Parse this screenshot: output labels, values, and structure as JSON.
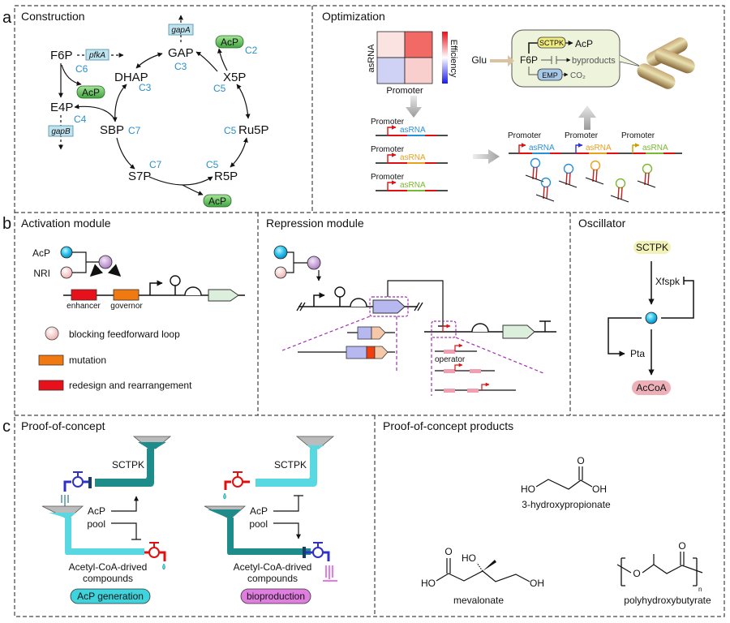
{
  "panels": {
    "a": {
      "letter": "a",
      "construction": {
        "title": "Construction",
        "metabolites": {
          "f6p": "F6P",
          "e4p": "E4P",
          "gap": "GAP",
          "dhap": "DHAP",
          "x5p": "X5P",
          "sbp": "SBP",
          "ru5p": "Ru5P",
          "s7p": "S7P",
          "r5p": "R5P"
        },
        "carbon_labels": {
          "f6p": "C6",
          "e4p": "C4",
          "gap": "C3",
          "dhap": "C3",
          "x5p": "C5",
          "x5p_acp": "C2",
          "sbp": "C7",
          "ru5p": "C5",
          "r5p": "C5",
          "s7p": "C7"
        },
        "genes": {
          "pfka": "pfkA",
          "gapa": "gapA",
          "gapb": "gapB"
        },
        "product_badge": "AcP",
        "colors": {
          "carbon": "#2a8fc9",
          "badge": "#5cbf5c",
          "gene_box": "#bfe3ef"
        }
      },
      "optimization": {
        "title": "Optimization",
        "heatmap": {
          "ylabel": "asRNA",
          "xlabel": "Promoter",
          "colorbar_label": "Efficiency",
          "cells": [
            {
              "row": 0,
              "col": 0,
              "color": "#fbe3e1"
            },
            {
              "row": 0,
              "col": 1,
              "color": "#f26a66"
            },
            {
              "row": 1,
              "col": 0,
              "color": "#cfd1f5"
            },
            {
              "row": 1,
              "col": 1,
              "color": "#f9cfcd"
            }
          ]
        },
        "cell_pathway": {
          "input": "Glu",
          "node": "F6P",
          "enzyme_top": "SCTPK",
          "product_top": "AcP",
          "middle": "byproducts",
          "enzyme_bottom": "EMP",
          "product_bottom": "CO₂"
        },
        "constructs": [
          {
            "promoter": "Promoter",
            "label": "asRNA",
            "color": "#2a8fd9"
          },
          {
            "promoter": "Promoter",
            "label": "asRNA",
            "color": "#e8a020"
          },
          {
            "promoter": "Promoter",
            "label": "asRNA",
            "color": "#7ab830"
          }
        ],
        "multiplex": [
          {
            "promoter": "Promoter",
            "label": "asRNA",
            "color": "#2a8fd9",
            "arrow": "#e01010"
          },
          {
            "promoter": "Promoter",
            "label": "asRNA",
            "color": "#e8a020",
            "arrow": "#3030e0"
          },
          {
            "promoter": "Promoter",
            "label": "asRNA",
            "color": "#7ab830",
            "arrow": "#c8a000"
          }
        ]
      }
    },
    "b": {
      "letter": "b",
      "activation": {
        "title": "Activation module",
        "inputs": [
          "AcP",
          "NRI"
        ],
        "elements": [
          "enhancer",
          "governor"
        ],
        "legend": [
          {
            "symbol": "pink-circle",
            "text": "blocking feedforward loop"
          },
          {
            "symbol": "orange-box",
            "text": "mutation"
          },
          {
            "symbol": "red-box",
            "text": "redesign and rearrangement"
          }
        ]
      },
      "repression": {
        "title": "Repression module",
        "operator_label": "operator"
      },
      "oscillator": {
        "title": "Oscillator",
        "source": "SCTPK",
        "enzyme_top": "Xfspk",
        "enzyme_bottom": "Pta",
        "product": "AcCoA"
      }
    },
    "c": {
      "letter": "c",
      "proof": {
        "title": "Proof-of-concept",
        "left": {
          "pipe_label": "SCTPK",
          "pool_label_1": "AcP",
          "pool_label_2": "pool",
          "compounds_1": "Acetyl-CoA-drived",
          "compounds_2": "compounds",
          "badge": "AcP generation",
          "badge_color": "#3fd3dc"
        },
        "right": {
          "pipe_label": "SCTPK",
          "pool_label_1": "AcP",
          "pool_label_2": "pool",
          "compounds_1": "Acetyl-CoA-drived",
          "compounds_2": "compounds",
          "badge": "bioproduction",
          "badge_color": "#e07ee0"
        }
      },
      "products": {
        "title": "Proof-of-concept products",
        "molecules": [
          {
            "name": "3-hydroxypropionate",
            "atoms": [
              "O",
              "HO",
              "OH"
            ]
          },
          {
            "name": "mevalonate",
            "atoms": [
              "O",
              "HO",
              "HO",
              "OH"
            ]
          },
          {
            "name": "polyhydroxybutyrate",
            "atoms": [
              "O",
              "O",
              "n"
            ]
          }
        ]
      }
    }
  }
}
